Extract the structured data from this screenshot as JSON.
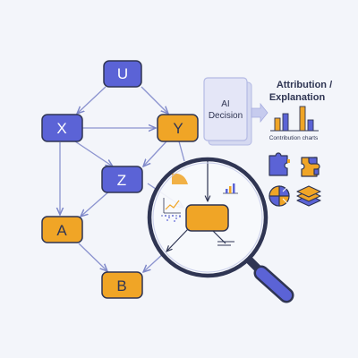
{
  "diagram": {
    "nodes": {
      "u": {
        "label": "U"
      },
      "x": {
        "label": "X"
      },
      "y": {
        "label": "Y"
      },
      "z": {
        "label": "Z"
      },
      "a": {
        "label": "A"
      },
      "b": {
        "label": "B"
      }
    },
    "ai_decision": {
      "line1": "AI",
      "line2": "Decision"
    },
    "attribution": {
      "line1": "Attribution /",
      "line2": "Explanation"
    },
    "contribution_caption": "Contribution charts",
    "colors": {
      "blue": "#5b63d6",
      "orange": "#f0a526",
      "outline": "#2f3553",
      "background": "#f3f5fa",
      "panel": "#e4e6f7"
    },
    "icons": [
      "magnifier-icon",
      "bar-chart-icon",
      "puzzle-icon",
      "layers-icon",
      "pie-chart-icon"
    ]
  }
}
